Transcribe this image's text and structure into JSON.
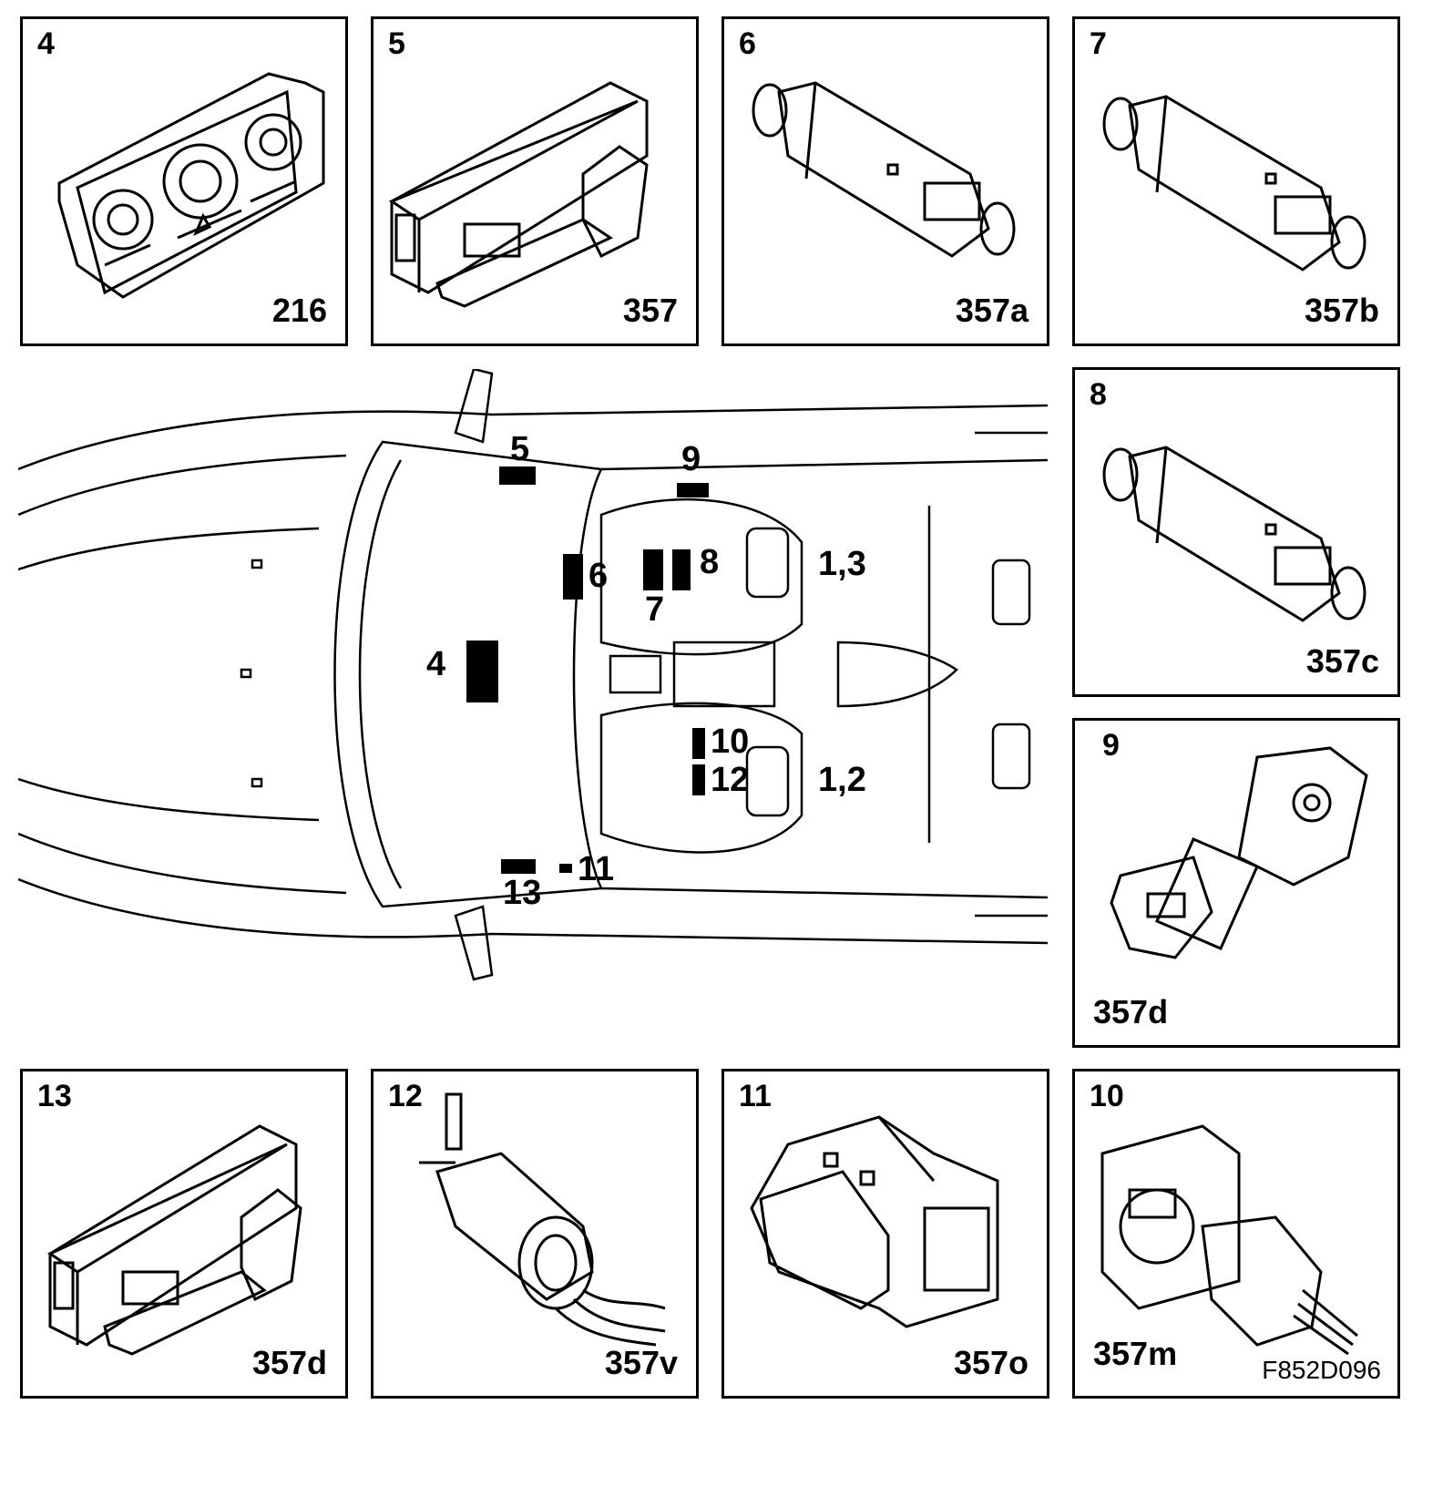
{
  "panels": [
    {
      "number": "4",
      "code": "216"
    },
    {
      "number": "5",
      "code": "357"
    },
    {
      "number": "6",
      "code": "357a"
    },
    {
      "number": "7",
      "code": "357b"
    },
    {
      "number": "8",
      "code": "357c"
    },
    {
      "number": "9",
      "code": "357d"
    },
    {
      "number": "13",
      "code": "357d"
    },
    {
      "number": "12",
      "code": "357v"
    },
    {
      "number": "11",
      "code": "357o"
    },
    {
      "number": "10",
      "code": "357m"
    }
  ],
  "document_id": "F852D096",
  "callouts": {
    "c5": "5",
    "c9": "9",
    "c6": "6",
    "c8": "8",
    "c7": "7",
    "c13_front": "1,3",
    "c4": "4",
    "c10": "10",
    "c12": "12",
    "c12_front": "1,2",
    "c11": "11",
    "c13": "13"
  }
}
